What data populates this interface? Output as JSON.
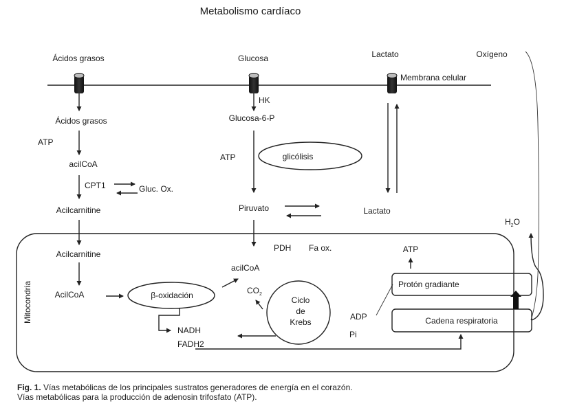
{
  "title": "Metabolismo cardíaco",
  "top_sources": {
    "fatty_acids": "Ácidos grasos",
    "glucose": "Glucosa",
    "lactate": "Lactato",
    "oxygen": "Oxígeno"
  },
  "membrane_label": "Membrana celular",
  "fatty_acid_path": {
    "acidos_grasos": "Ácidos grasos",
    "atp": "ATP",
    "acilcoa": "acilCoA",
    "cpt1": "CPT1",
    "gluc_ox": "Gluc. Ox.",
    "acilcarnitine": "Acilcarnitine"
  },
  "glucose_path": {
    "hk": "HK",
    "glucosa6p": "Glucosa-6-P",
    "atp": "ATP",
    "glicolisis": "glicólisis",
    "piruvato": "Piruvato"
  },
  "lactate_path": {
    "lactato": "Lactato"
  },
  "water": {
    "h": "H",
    "sub": "2",
    "o": "O"
  },
  "mitochondria": {
    "label": "Mitocondria",
    "acilcarnitine": "Acilcarnitine",
    "acilcoa": "AcilCoA",
    "beta_oxidation": "β-oxidación",
    "pdh": "PDH",
    "fa_ox": "Fa ox.",
    "acilcoa_out": "acilCoA",
    "co2_c": "CO",
    "co2_sub": "2",
    "krebs": [
      "Ciclo",
      "de",
      "Krebs"
    ],
    "nadh": "NADH",
    "fadh2": "FADH2",
    "adp": "ADP",
    "pi": "Pi",
    "atp": "ATP",
    "proton_gradient": "Protón gradiante",
    "respiratory_chain": "Cadena respiratoria"
  },
  "caption": {
    "fig": "Fig. 1.",
    "line1": " Vías metabólicas de los principales sustratos generadores de energía en el corazón.",
    "line2": "Vías metabólicas para la producción de adenosin trifosfato (ATP)."
  }
}
